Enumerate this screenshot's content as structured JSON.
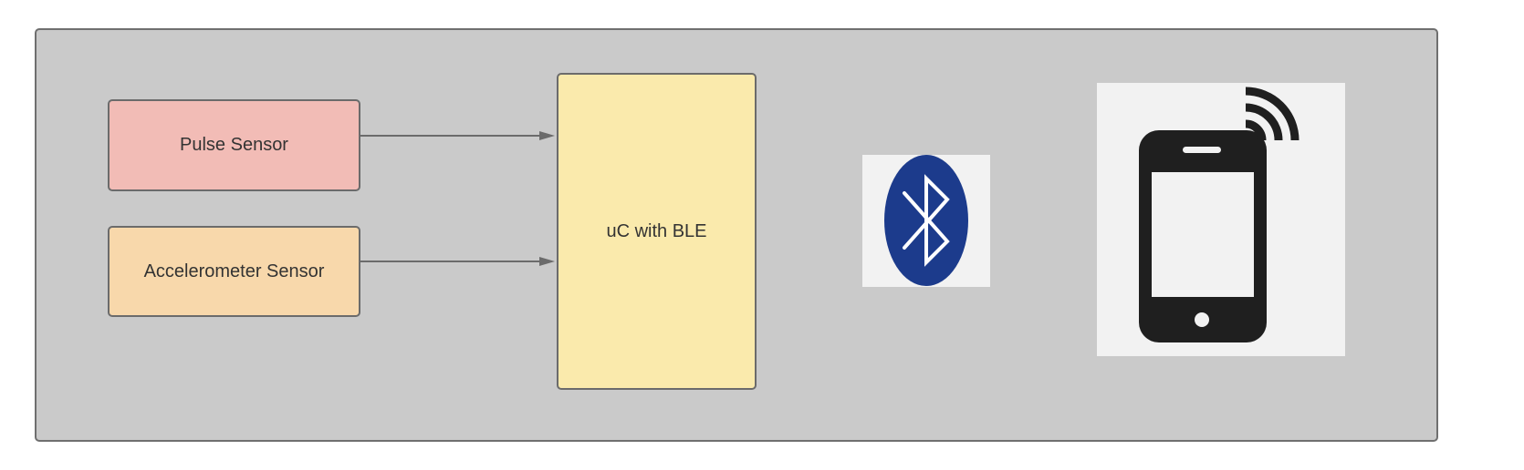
{
  "diagram": {
    "blocks": {
      "pulse_sensor": {
        "label": "Pulse Sensor",
        "fill": "#f2bcb6"
      },
      "accelerometer_sensor": {
        "label": "Accelerometer Sensor",
        "fill": "#f8d8ab"
      },
      "microcontroller": {
        "label": "uC with BLE",
        "fill": "#faeaac"
      }
    },
    "connections": [
      {
        "from": "Pulse Sensor",
        "to": "uC with BLE"
      },
      {
        "from": "Accelerometer Sensor",
        "to": "uC with BLE"
      }
    ],
    "icons": {
      "bluetooth": {
        "name": "bluetooth-icon",
        "color": "#1c3b8c"
      },
      "smartphone": {
        "name": "smartphone-wireless-icon",
        "color": "#1f1f1f"
      }
    },
    "colors": {
      "frame_fill": "#cacaca",
      "frame_border": "#6f6f6f",
      "arrow": "#6b6b6b"
    }
  }
}
